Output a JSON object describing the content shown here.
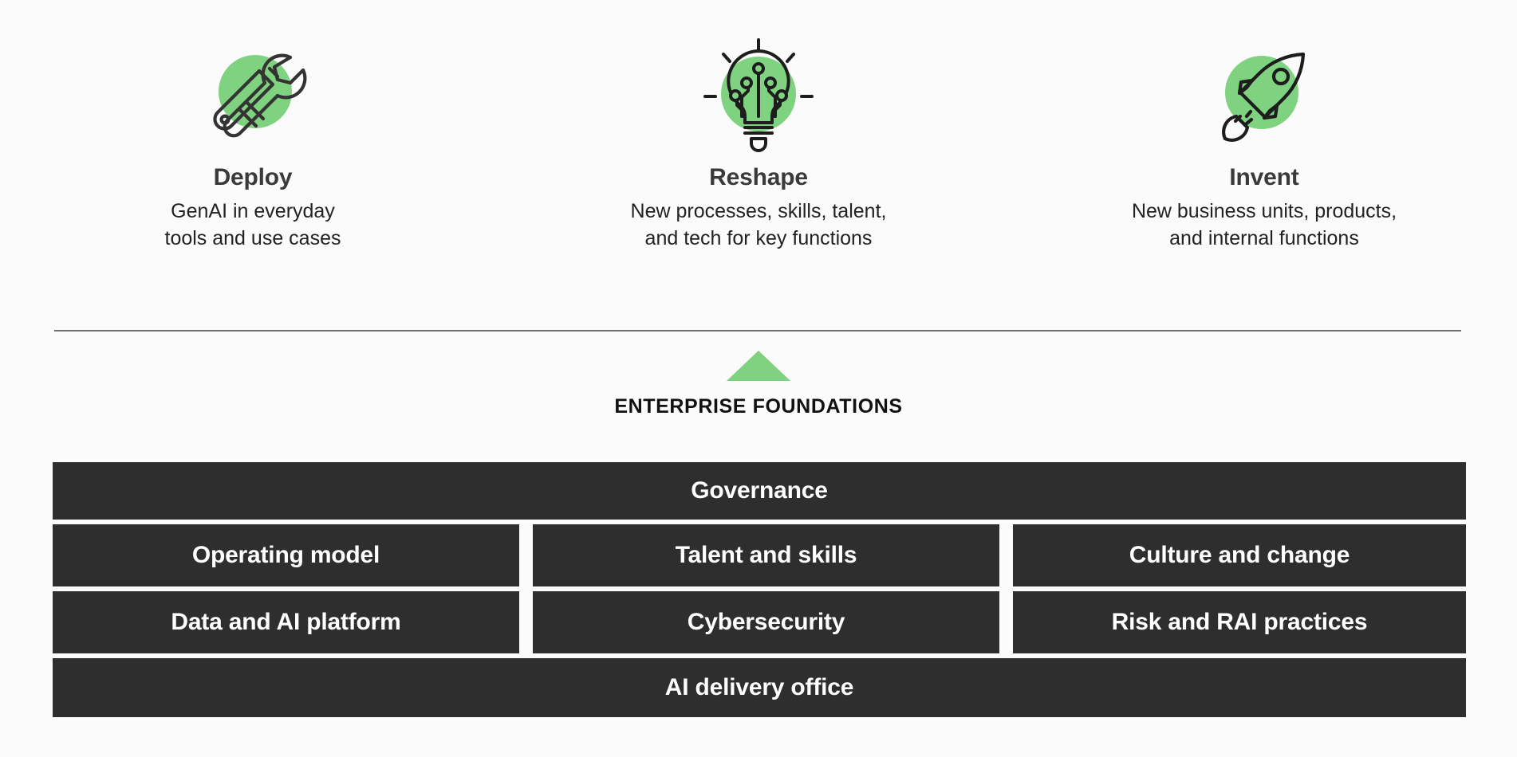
{
  "theme": {
    "page_background": "#fbfbfb",
    "accent_green": "#7fd27f",
    "bar_dark": "#2e2e2e",
    "bar_text": "#ffffff",
    "title_text": "#3a3a3a",
    "body_text": "#222222",
    "divider": "#6e6e6e"
  },
  "pillars": [
    {
      "icon": "screwdriver-wrench-icon",
      "title": "Deploy",
      "desc_lines": [
        "GenAI in everyday",
        "tools and use cases"
      ]
    },
    {
      "icon": "lightbulb-circuit-icon",
      "title": "Reshape",
      "desc_lines": [
        "New processes, skills, talent,",
        "and tech for key functions"
      ]
    },
    {
      "icon": "rocket-icon",
      "title": "Invent",
      "desc_lines": [
        "New business units, products,",
        "and internal functions"
      ]
    }
  ],
  "foundations": {
    "marker_icon": "triangle-up-icon",
    "label": "ENTERPRISE FOUNDATIONS",
    "rows": [
      {
        "type": "full",
        "cells": [
          "Governance"
        ]
      },
      {
        "type": "triple",
        "cells": [
          "Operating model",
          "Talent and skills",
          "Culture and change"
        ]
      },
      {
        "type": "triple",
        "cells": [
          "Data and AI platform",
          "Cybersecurity",
          "Risk and RAI practices"
        ]
      },
      {
        "type": "full",
        "cells": [
          "AI delivery office"
        ]
      }
    ]
  }
}
